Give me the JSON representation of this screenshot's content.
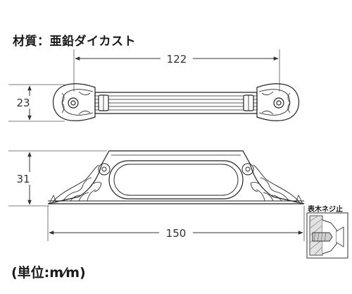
{
  "material_note": "材質：亜鉛ダイカスト",
  "units_note": "(単位:m⁄m)",
  "inset_label": "表木ネジ止",
  "dimensions": {
    "top_length": "122",
    "top_height": "23",
    "side_height": "31",
    "overall_length": "150"
  }
}
